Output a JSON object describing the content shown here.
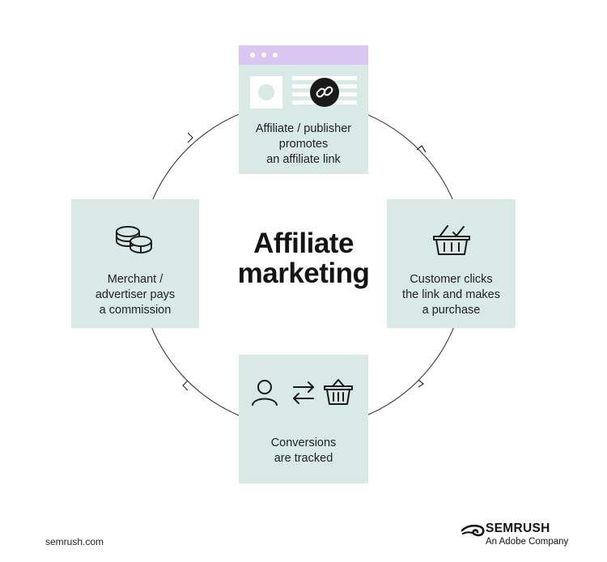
{
  "diagram": {
    "title": "Affiliate\nmarketing",
    "steps": [
      {
        "text": "Affiliate / publisher\npromotes\nan affiliate link",
        "icon": "browser-link-icon"
      },
      {
        "text": "Customer clicks\nthe link and makes\na purchase",
        "icon": "basket-check-icon"
      },
      {
        "text": "Conversions\nare tracked",
        "icon": "user-exchange-basket-icon"
      },
      {
        "text": "Merchant /\nadvertiser pays\na commission",
        "icon": "coins-icon"
      }
    ]
  },
  "footer": {
    "url": "semrush.com",
    "brand_name": "SEMRUSH",
    "brand_sub": "An Adobe Company"
  },
  "colors": {
    "card_bg": "#d9e9e6",
    "browser_bar": "#d9c6f2",
    "ink": "#1a1a1a"
  }
}
